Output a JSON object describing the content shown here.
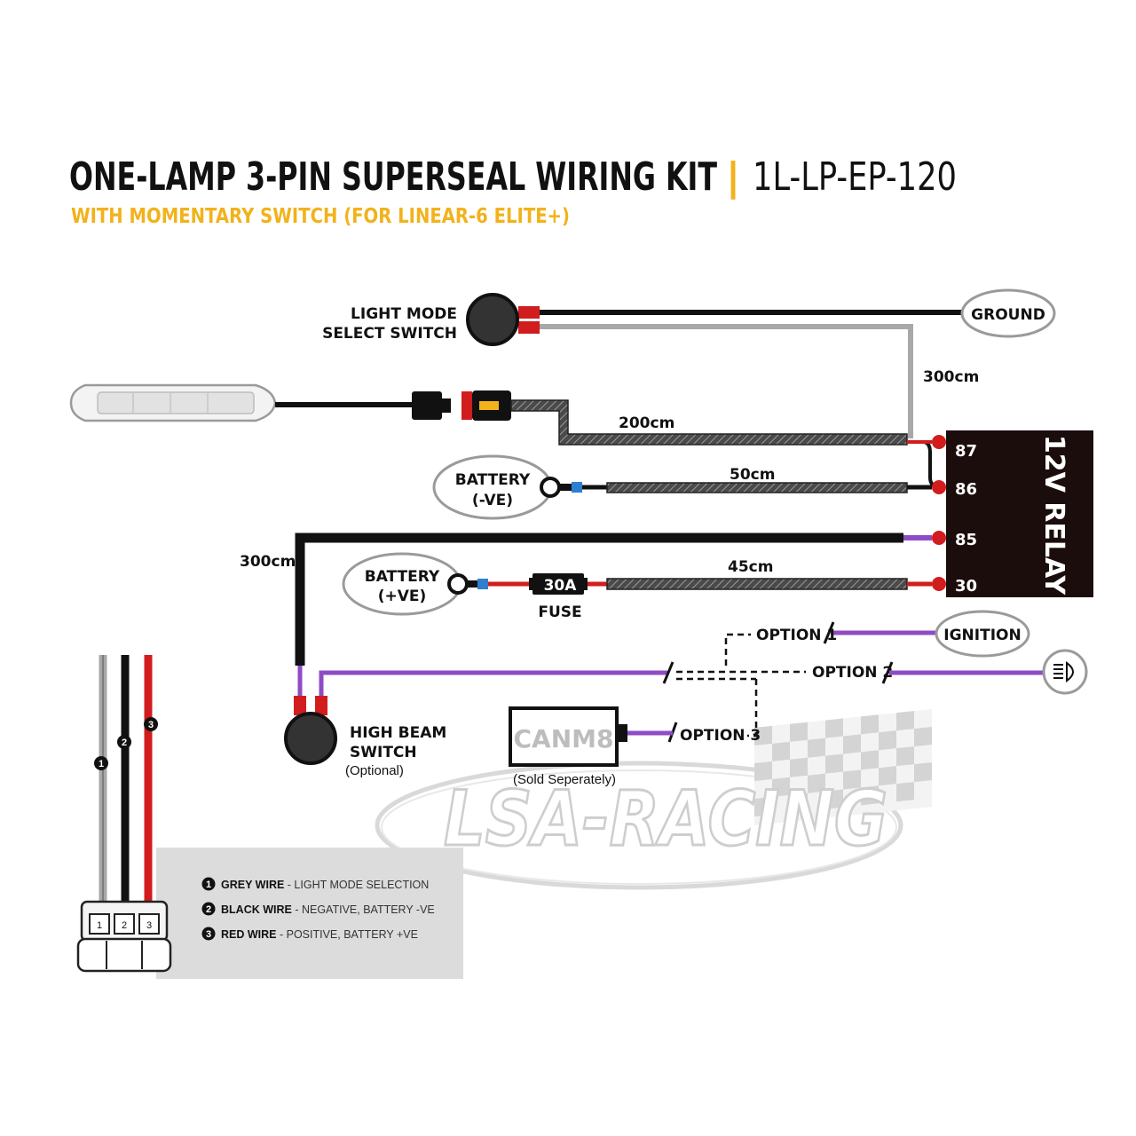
{
  "header": {
    "title": "ONE-LAMP 3-PIN SUPERSEAL WIRING KIT",
    "separator": "|",
    "part_number": "1L-LP-EP-120",
    "subtitle": "WITH MOMENTARY SWITCH (FOR LINEAR-6 ELITE+)"
  },
  "labels": {
    "light_mode_line1": "LIGHT MODE",
    "light_mode_line2": "SELECT SWITCH",
    "ground": "GROUND",
    "len_300_top": "300cm",
    "len_200": "200cm",
    "len_50": "50cm",
    "len_45": "45cm",
    "len_300_left": "300cm",
    "battery_neg_line1": "BATTERY",
    "battery_neg_line2": "(-VE)",
    "battery_pos_line1": "BATTERY",
    "battery_pos_line2": "(+VE)",
    "fuse_rating": "30A",
    "fuse": "FUSE",
    "relay": "12V RELAY",
    "pin_87": "87",
    "pin_86": "86",
    "pin_85": "85",
    "pin_30": "30",
    "option1": "OPTION 1",
    "option2": "OPTION 2",
    "option3": "OPTION 3",
    "ignition": "IGNITION",
    "high_beam_line1": "HIGH BEAM",
    "high_beam_line2": "SWITCH",
    "high_beam_note": "(Optional)",
    "canm8": "CANM8",
    "canm8_note": "(Sold Seperately)",
    "watermark": "LSA-RACING"
  },
  "legend": {
    "items": [
      {
        "num": "1",
        "name": "GREY WIRE",
        "desc": " - LIGHT MODE SELECTION"
      },
      {
        "num": "2",
        "name": "BLACK WIRE",
        "desc": " - NEGATIVE, BATTERY -VE"
      },
      {
        "num": "3",
        "name": "RED WIRE",
        "desc": " - POSITIVE, BATTERY +VE"
      }
    ]
  },
  "connector": {
    "wire_numbers": [
      "1",
      "2",
      "3"
    ],
    "pin_numbers": [
      "1",
      "2",
      "3"
    ]
  },
  "colors": {
    "accent_yellow": "#f2b21b",
    "wire_black": "#111111",
    "wire_grey": "#a8a8a8",
    "wire_red": "#d11d1d",
    "wire_purple": "#8e4cc4",
    "relay_body": "#1b0d0b",
    "terminal_blue": "#2f7fd0"
  }
}
